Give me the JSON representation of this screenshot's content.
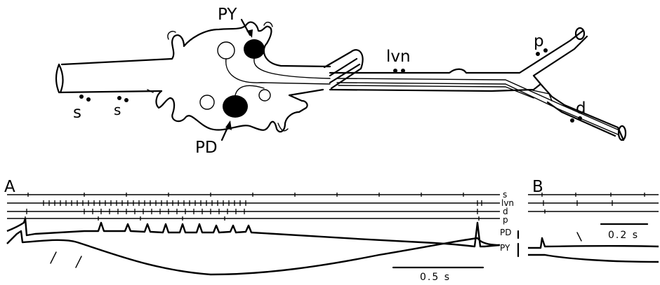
{
  "diagram": {
    "neuron_labels": {
      "py": "PY",
      "pd": "PD"
    },
    "nerve_labels": {
      "s_left": "s",
      "s_right": "s",
      "lvn": "lvn",
      "p": "p",
      "d": "d"
    }
  },
  "recordings": {
    "panel_a": {
      "label": "A",
      "trace_labels": {
        "s": "s",
        "lvn": "lvn",
        "d": "d",
        "p": "p",
        "pd": "PD",
        "py": "PY"
      },
      "scale_bar": "0.5 s"
    },
    "panel_b": {
      "label": "B",
      "scale_bar": "0.2 s"
    }
  }
}
